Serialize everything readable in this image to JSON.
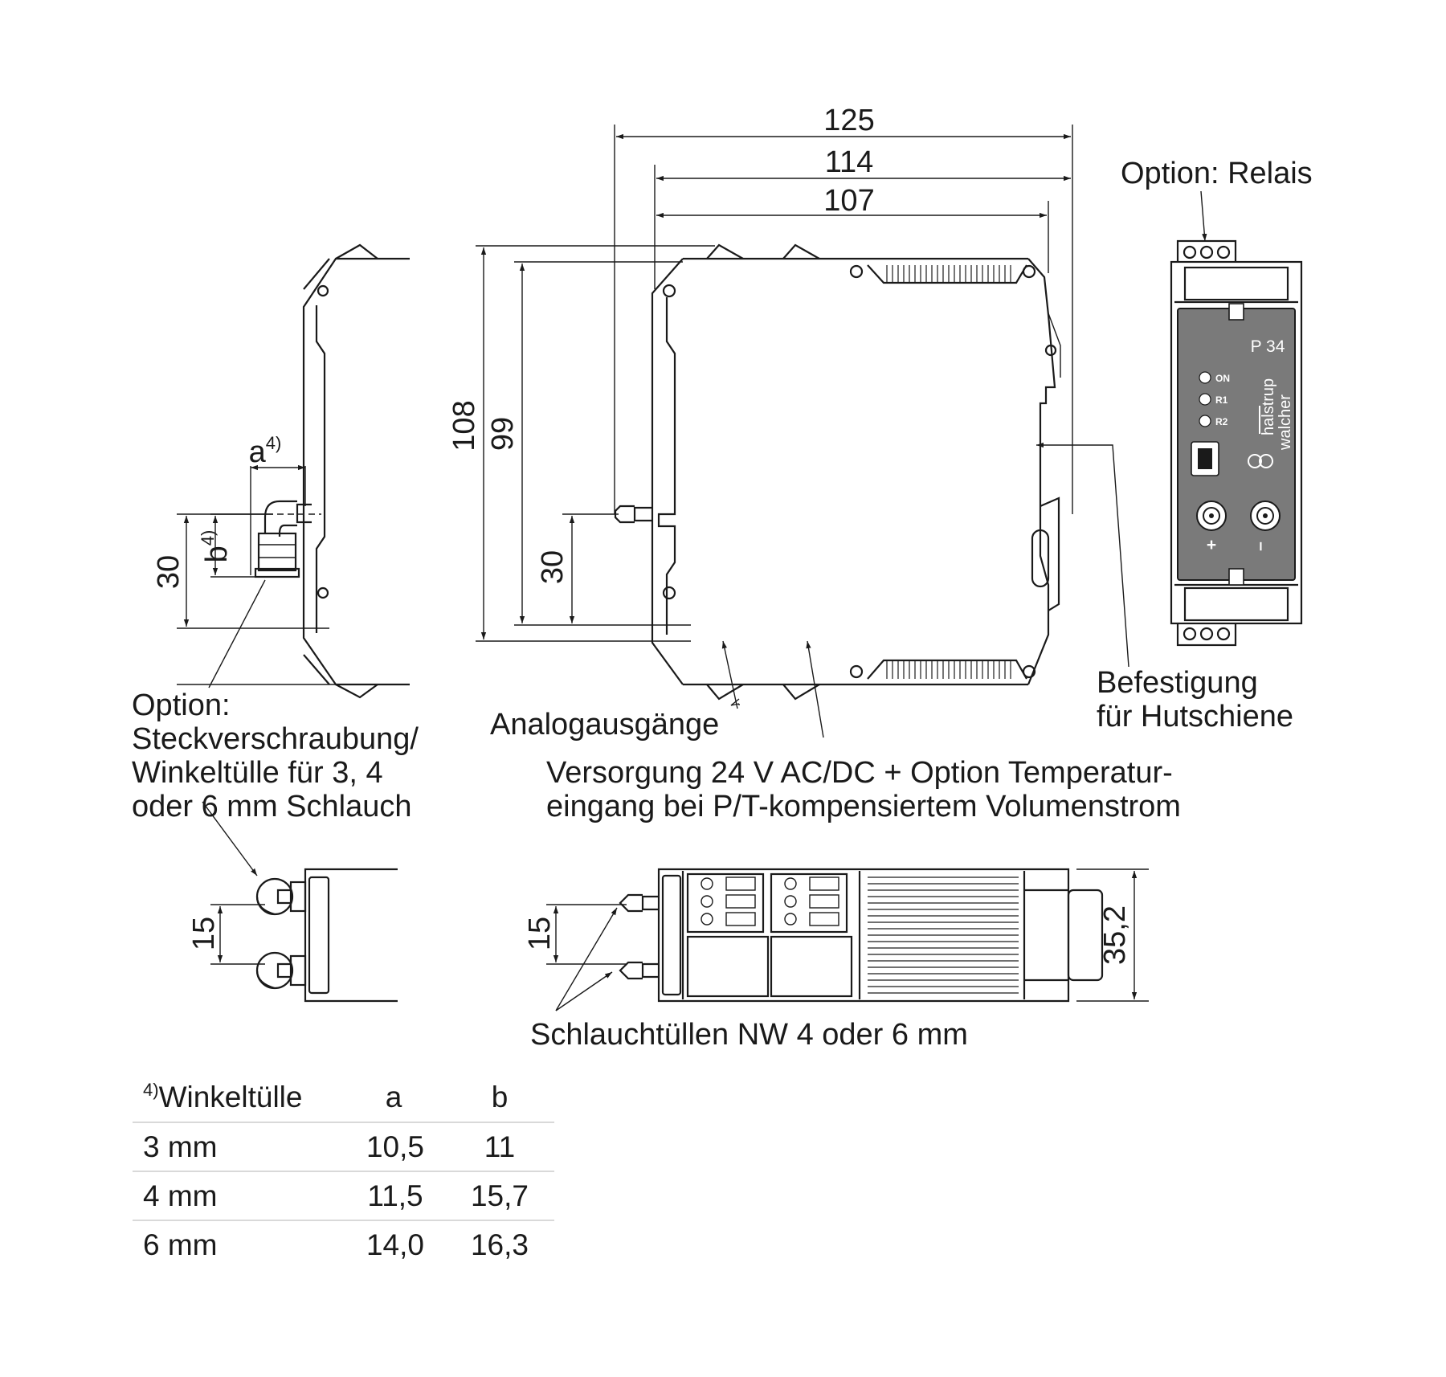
{
  "dimensions": {
    "total_length": "125",
    "length_114": "114",
    "length_107": "107",
    "total_height": "108",
    "height_99": "99",
    "connector_height_front": "30",
    "connector_height_side": "30",
    "width": "35,2",
    "tube_spacing_side": "15",
    "tube_spacing_bottom": "15",
    "a_label": "a",
    "b_label": "b",
    "footnote_mark": "4)"
  },
  "annotations": {
    "relay_option": "Option: Relais",
    "din_rail_line1": "Befestigung",
    "din_rail_line2": "für Hutschiene",
    "fitting_line1": "Option:",
    "fitting_line2": "Steckverschraubung/",
    "fitting_line3": "Winkeltülle für 3, 4",
    "fitting_line4": "oder 6 mm Schlauch",
    "analog_outputs": "Analogausgänge",
    "supply_line1": "Versorgung 24 V AC/DC + Option Temperatur-",
    "supply_line2": "eingang bei P/T-kompensiertem Volumenstrom",
    "hose_nozzles": "Schlauchtüllen NW 4 oder 6 mm"
  },
  "device_panel": {
    "model": "P 34",
    "leds": [
      "ON",
      "R1",
      "R2"
    ],
    "brand_line1": "halstrup",
    "brand_line2": "walcher",
    "plus_label": "+",
    "minus_label": "–",
    "panel_color": "#7a7a7a",
    "icons": [
      "led-indicator-icon",
      "usb-port-icon",
      "logo-icon",
      "pressure-port-icon"
    ]
  },
  "table": {
    "header": {
      "footnote": "4)",
      "name": "Winkeltülle",
      "col_a": "a",
      "col_b": "b"
    },
    "rows": [
      {
        "size": "3 mm",
        "a": "10,5",
        "b": "11"
      },
      {
        "size": "4 mm",
        "a": "11,5",
        "b": "15,7"
      },
      {
        "size": "6 mm",
        "a": "14,0",
        "b": "16,3"
      }
    ]
  }
}
